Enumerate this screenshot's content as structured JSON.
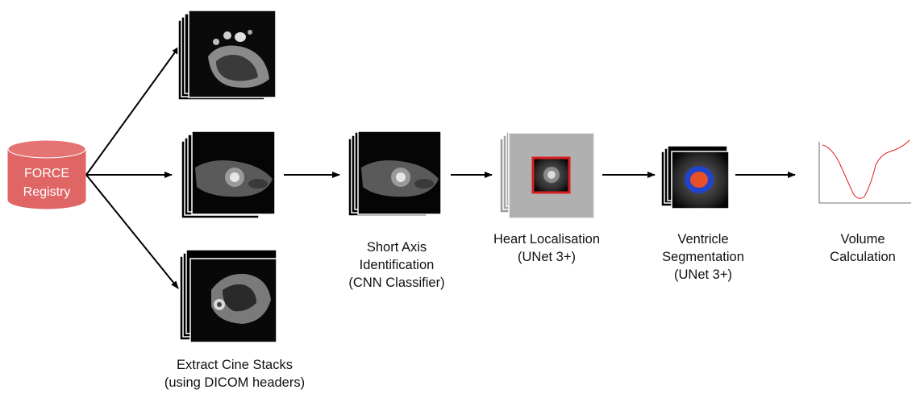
{
  "registry": {
    "line1": "FORCE",
    "line2": "Registry",
    "color": "#e06666"
  },
  "stages": [
    {
      "lines": [
        "Extract Cine Stacks",
        "(using DICOM headers)"
      ]
    },
    {
      "lines": [
        "Short Axis",
        "Identification",
        "(CNN Classifier)"
      ]
    },
    {
      "lines": [
        "Heart Localisation",
        "(UNet 3+)"
      ]
    },
    {
      "lines": [
        "Ventricle",
        "Segmentation",
        "(UNet 3+)"
      ]
    },
    {
      "lines": [
        "Volume",
        "Calculation"
      ]
    }
  ],
  "colors": {
    "arrow": "#000000",
    "bbox": "#d62020",
    "curve": "#e02020",
    "seg_outer": "#2244cc",
    "seg_inner": "#e8502a"
  }
}
